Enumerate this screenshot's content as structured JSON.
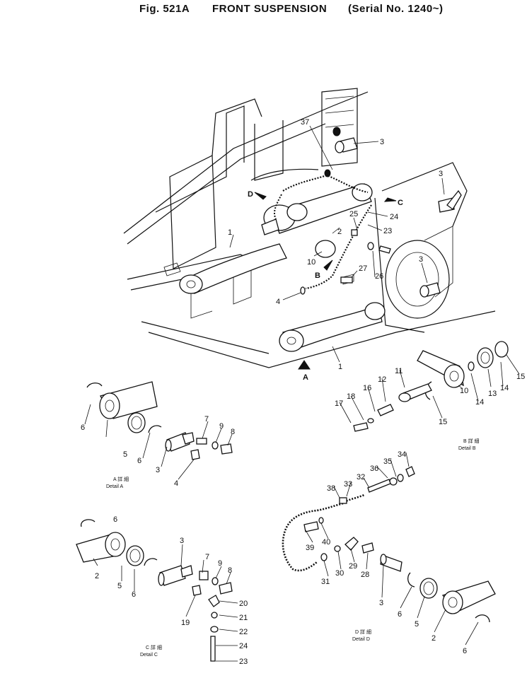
{
  "title": {
    "fig_no": "Fig. 521A",
    "fig_name": "FRONT SUSPENSION",
    "serial": "(Serial No. 1240~)"
  },
  "views": {
    "main_arrows": [
      "D",
      "C",
      "B",
      "A"
    ],
    "detail_a": {
      "jp": "A 詳 細",
      "en": "Detail A"
    },
    "detail_b": {
      "jp": "B 詳 細",
      "en": "Detail B"
    },
    "detail_c": {
      "jp": "C 詳 細",
      "en": "Detail C"
    },
    "detail_d": {
      "jp": "D 詳 細",
      "en": "Detail D"
    }
  },
  "callouts": {
    "main": [
      "37",
      "3",
      "3",
      "3",
      "24",
      "25",
      "23",
      "2",
      "1",
      "10",
      "4",
      "27",
      "26",
      "1"
    ],
    "detail_a": [
      "6",
      "5",
      "6",
      "3",
      "4",
      "7",
      "9",
      "8"
    ],
    "detail_b": [
      "15",
      "14",
      "13",
      "14",
      "10",
      "15",
      "11",
      "12",
      "16",
      "18",
      "17"
    ],
    "detail_c": [
      "6",
      "2",
      "5",
      "6",
      "3",
      "7",
      "9",
      "8",
      "20",
      "21",
      "22",
      "24",
      "23",
      "19"
    ],
    "detail_d": [
      "34",
      "35",
      "36",
      "32",
      "33",
      "38",
      "40",
      "39",
      "31",
      "30",
      "29",
      "28",
      "3",
      "6",
      "5",
      "2",
      "6"
    ]
  },
  "colors": {
    "ink": "#111111",
    "paper": "#ffffff"
  }
}
